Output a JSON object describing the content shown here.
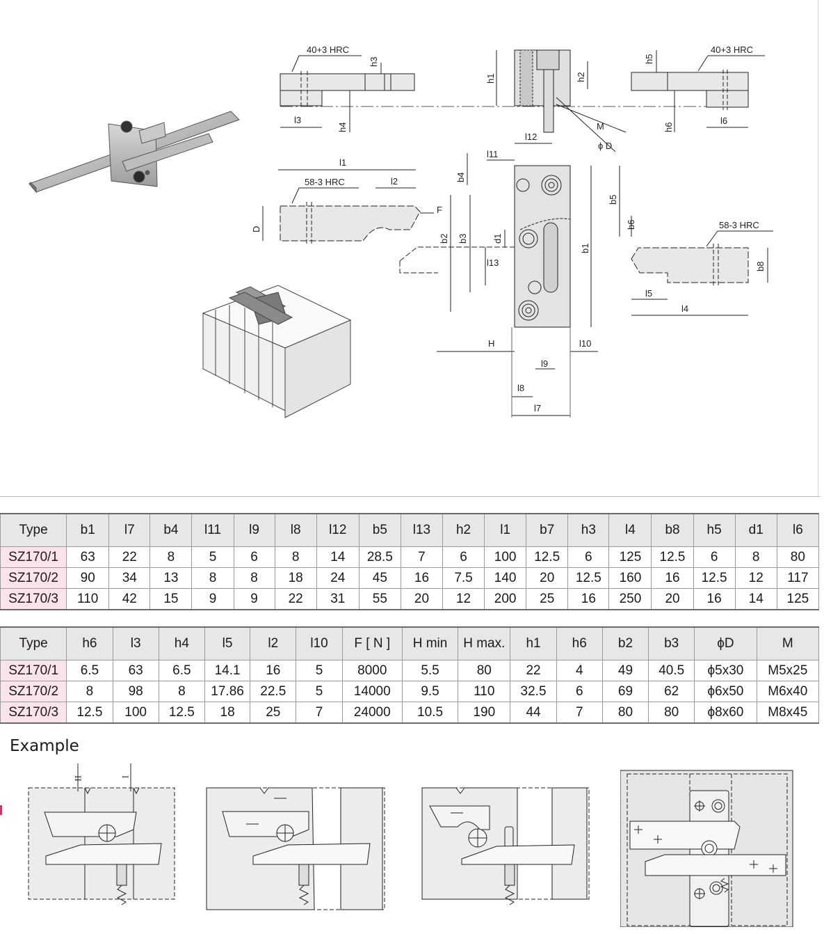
{
  "drawing": {
    "labels": {
      "hrc_top_left": "40+3 HRC",
      "hrc_top_right": "40+3 HRC",
      "hrc_mid_left": "58-3 HRC",
      "hrc_mid_right": "58-3 HRC",
      "h3": "h3",
      "h4": "h4",
      "l3": "l3",
      "h1": "h1",
      "h2": "h2",
      "M": "M",
      "phiD": "ϕ D",
      "l12": "l12",
      "h5": "h5",
      "h6": "h6",
      "l6": "l6",
      "l1": "l1",
      "l2": "l2",
      "D": "D",
      "F": "F",
      "l11": "l11",
      "b4": "b4",
      "b5": "b5",
      "b6": "b6",
      "b2": "b2",
      "b3": "b3",
      "d1": "d1",
      "l13": "l13",
      "b1": "b1",
      "b8": "b8",
      "l5": "l5",
      "l4": "l4",
      "H": "H",
      "l10": "l10",
      "l9": "l9",
      "l8": "l8",
      "l7": "l7"
    }
  },
  "table1": {
    "headers": [
      "Type",
      "b1",
      "l7",
      "b4",
      "l11",
      "l9",
      "l8",
      "l12",
      "b5",
      "l13",
      "h2",
      "l1",
      "b7",
      "h3",
      "l4",
      "b8",
      "h5",
      "d1",
      "l6"
    ],
    "rows": [
      [
        "SZ170/1",
        "63",
        "22",
        "8",
        "5",
        "6",
        "8",
        "14",
        "28.5",
        "7",
        "6",
        "100",
        "12.5",
        "6",
        "125",
        "12.5",
        "6",
        "8",
        "80"
      ],
      [
        "SZ170/2",
        "90",
        "34",
        "13",
        "8",
        "8",
        "18",
        "24",
        "45",
        "16",
        "7.5",
        "140",
        "20",
        "12.5",
        "160",
        "16",
        "12.5",
        "12",
        "117"
      ],
      [
        "SZ170/3",
        "110",
        "42",
        "15",
        "9",
        "9",
        "22",
        "31",
        "55",
        "20",
        "12",
        "200",
        "25",
        "16",
        "250",
        "20",
        "16",
        "14",
        "125"
      ]
    ]
  },
  "table2": {
    "headers": [
      "Type",
      "h6",
      "l3",
      "h4",
      "l5",
      "l2",
      "l10",
      "F [ N ]",
      "H min",
      "H max.",
      "h1",
      "h6",
      "b2",
      "b3",
      "ϕD",
      "M"
    ],
    "rows": [
      [
        "SZ170/1",
        "6.5",
        "63",
        "6.5",
        "14.1",
        "16",
        "5",
        "8000",
        "5.5",
        "80",
        "22",
        "4",
        "49",
        "40.5",
        "ϕ5x30",
        "M5x25"
      ],
      [
        "SZ170/2",
        "8",
        "98",
        "8",
        "17.86",
        "22.5",
        "5",
        "14000",
        "9.5",
        "110",
        "32.5",
        "6",
        "69",
        "62",
        "ϕ6x50",
        "M6x40"
      ],
      [
        "SZ170/3",
        "12.5",
        "100",
        "12.5",
        "18",
        "25",
        "7",
        "24000",
        "10.5",
        "190",
        "44",
        "7",
        "80",
        "80",
        "ϕ8x60",
        "M8x45"
      ]
    ]
  },
  "example": {
    "title": "Example",
    "marks": {
      "II": "II",
      "I": "I"
    }
  }
}
